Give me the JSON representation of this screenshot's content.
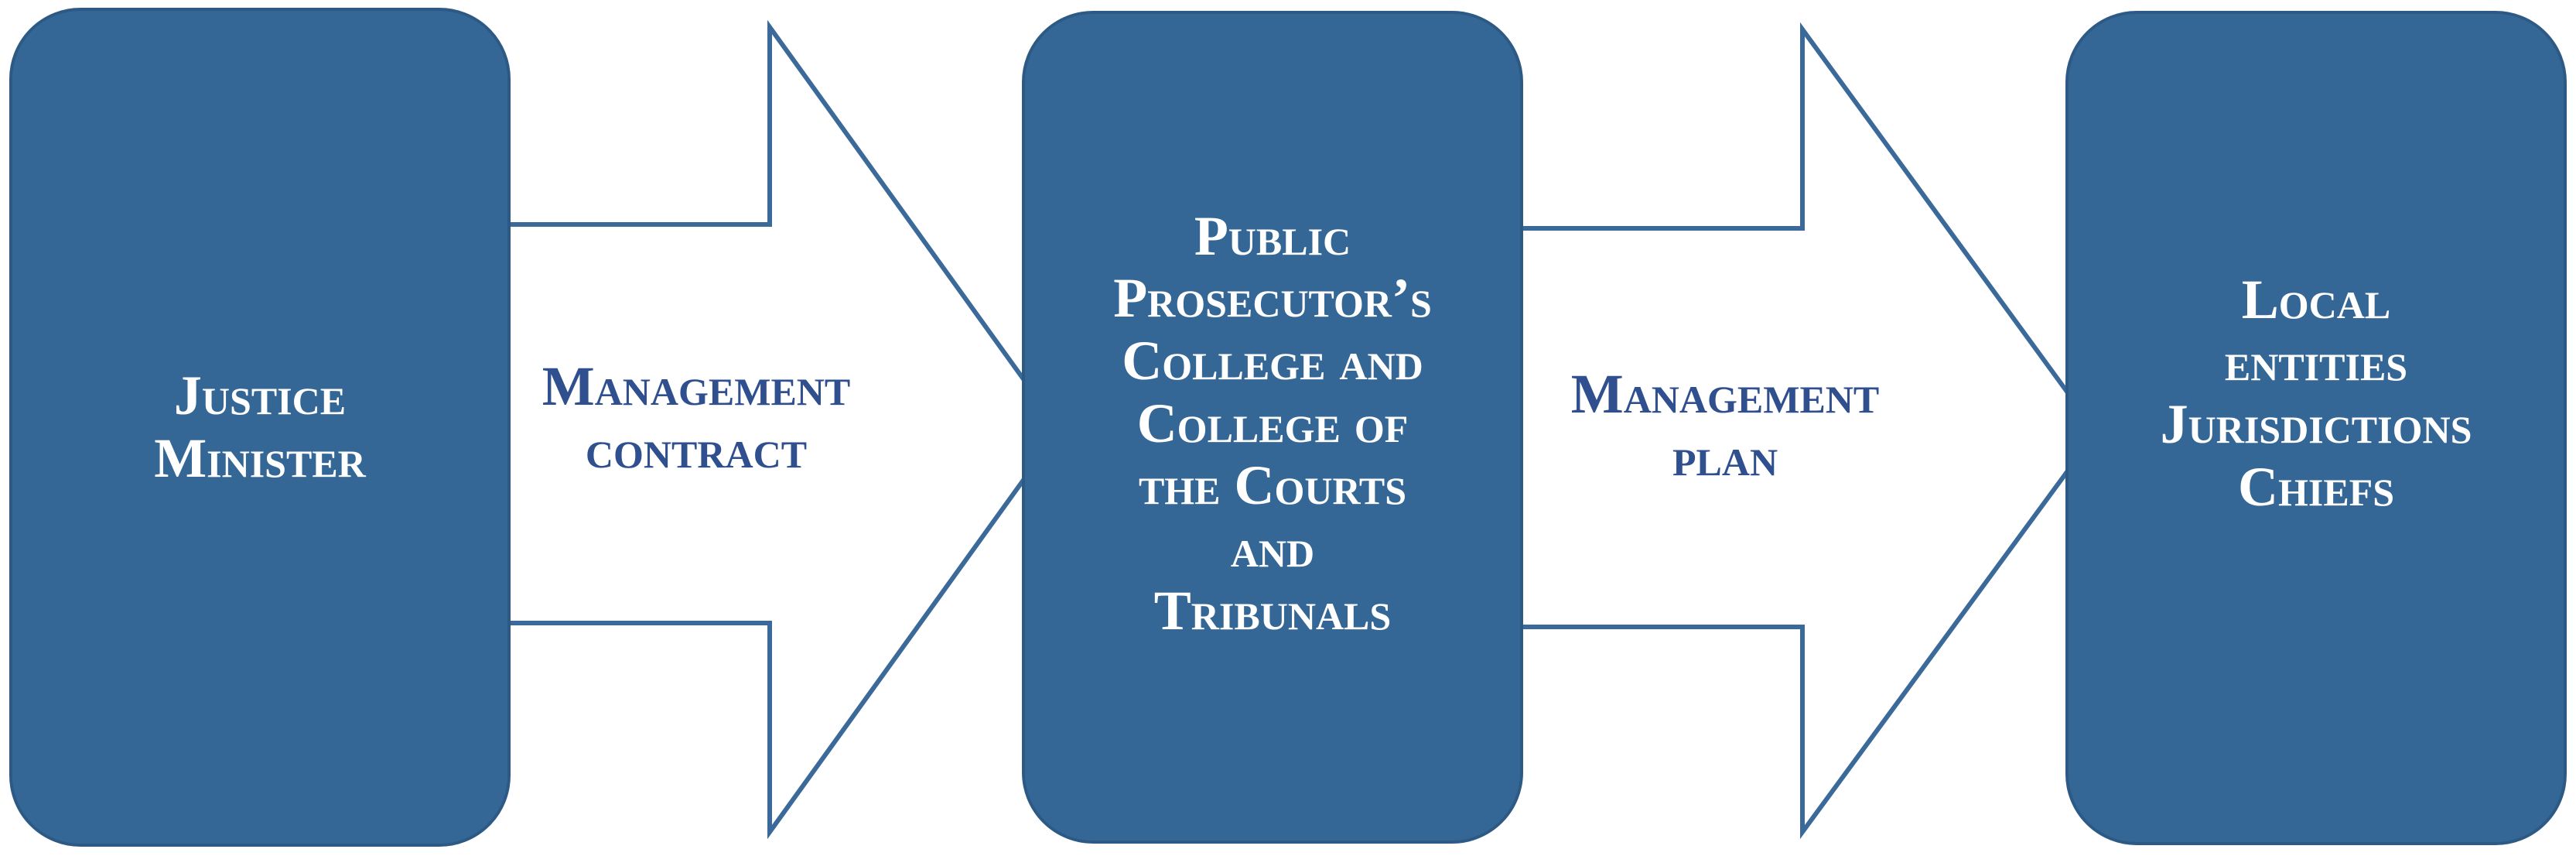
{
  "colors": {
    "box_fill": "#356796",
    "box_stroke": "#2d5a85",
    "arrow_fill": "#ffffff",
    "arrow_stroke": "#3b6a9a",
    "arrow_text": "#2f4f8f",
    "box_text": "#ffffff"
  },
  "nodes": {
    "justice_minister": [
      "Justice",
      "Minister"
    ],
    "college": [
      "Public",
      "Prosecutor’s",
      "College and",
      "College of",
      "the Courts",
      "and",
      "Tribunals"
    ],
    "local_entities": [
      "Local",
      "entities",
      "Jurisdictions",
      "Chiefs"
    ]
  },
  "arrows": {
    "management_contract": [
      "Management",
      "contract"
    ],
    "management_plan": [
      "Management",
      "plan"
    ]
  }
}
